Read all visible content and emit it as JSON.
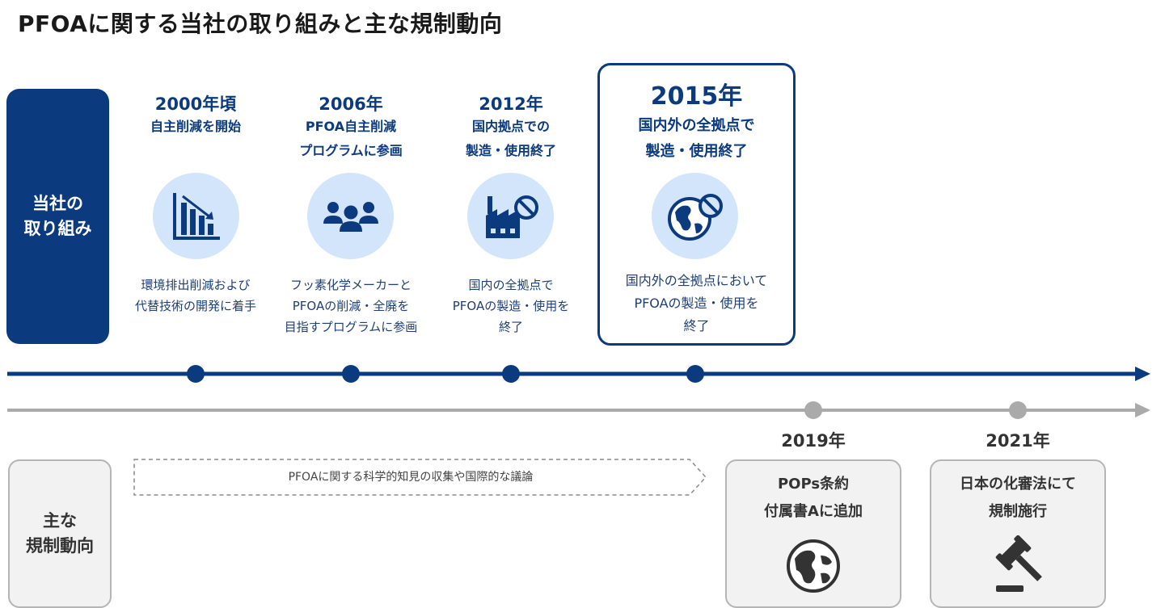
{
  "title": "PFOAに関する当社の取り組みと主な規制動向",
  "company": {
    "label_line1": "当社の",
    "label_line2": "取り組み"
  },
  "regulation": {
    "label_line1": "主な",
    "label_line2": "規制動向"
  },
  "milestones": [
    {
      "year": "2000年頃",
      "head_line1": "自主削減を開始",
      "head_line2": "",
      "icon": "declining-chart-icon",
      "desc_lines": [
        "環境排出削減および",
        "代替技術の開発に着手"
      ]
    },
    {
      "year": "2006年",
      "head_line1": "PFOA自主削減",
      "head_line2": "プログラムに参画",
      "icon": "people-group-icon",
      "desc_lines": [
        "フッ素化学メーカーと",
        "PFOAの削減・全廃を",
        "目指すプログラムに参画"
      ]
    },
    {
      "year": "2012年",
      "head_line1": "国内拠点での",
      "head_line2": "製造・使用終了",
      "icon": "factory-prohibited-icon",
      "desc_lines": [
        "国内の全拠点で",
        "PFOAの製造・使用を",
        "終了"
      ]
    },
    {
      "year": "2015年",
      "head_line1": "国内外の全拠点で",
      "head_line2": "製造・使用終了",
      "icon": "globe-prohibited-icon",
      "desc_lines": [
        "国内外の全拠点において",
        "PFOAの製造・使用を",
        "終了"
      ]
    }
  ],
  "research": {
    "text": "PFOAに関する科学的知見の収集や国際的な議論"
  },
  "regulations": [
    {
      "year": "2019年",
      "head_line1": "POPs条約",
      "head_line2": "付属書Aに追加",
      "icon": "globe-icon"
    },
    {
      "year": "2021年",
      "head_line1": "日本の化審法にて",
      "head_line2": "規制施行",
      "icon": "gavel-icon"
    }
  ],
  "colors": {
    "primary": "#0b3a7e",
    "icon_bg": "#d2e5fa",
    "gray_line": "#aaaaaa",
    "gray_box": "#f2f2f2"
  }
}
